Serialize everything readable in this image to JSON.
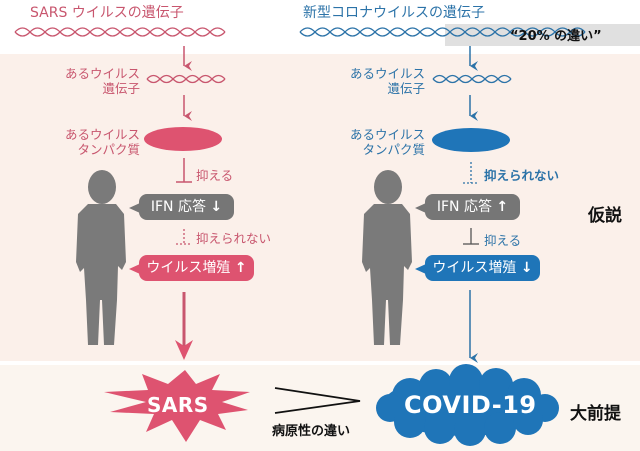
{
  "left_column": {
    "header": "SARS ウイルスの遺伝子",
    "gene_label": [
      "あるウイルス",
      "遺伝子"
    ],
    "protein_label": [
      "あるウイルス",
      "タンパク質"
    ],
    "protein_to_ifn": "抑える",
    "ifn_bubble": "IFN 応答",
    "ifn_arrow": "↓",
    "ifn_to_virus": "抑えられない",
    "virus_bubble": "ウイルス増殖",
    "virus_arrow": "↑",
    "outcome": "SARS",
    "color": "#de5370"
  },
  "right_column": {
    "header": "新型コロナウイルスの遺伝子",
    "difference_note": "“20% の違い”",
    "gene_label": [
      "あるウイルス",
      "遺伝子"
    ],
    "protein_label": [
      "あるウイルス",
      "タンパク質"
    ],
    "protein_to_ifn": "抑えられない",
    "ifn_bubble": "IFN 応答",
    "ifn_arrow": "↑",
    "ifn_to_virus": "抑える",
    "virus_bubble": "ウイルス増殖",
    "virus_arrow": "↓",
    "outcome": "COVID-19",
    "color": "#1f75b8"
  },
  "side_labels": {
    "hypothesis": "仮説",
    "premise": "大前提"
  },
  "comparison": {
    "symbol": ">",
    "caption": "病原性の違い"
  }
}
